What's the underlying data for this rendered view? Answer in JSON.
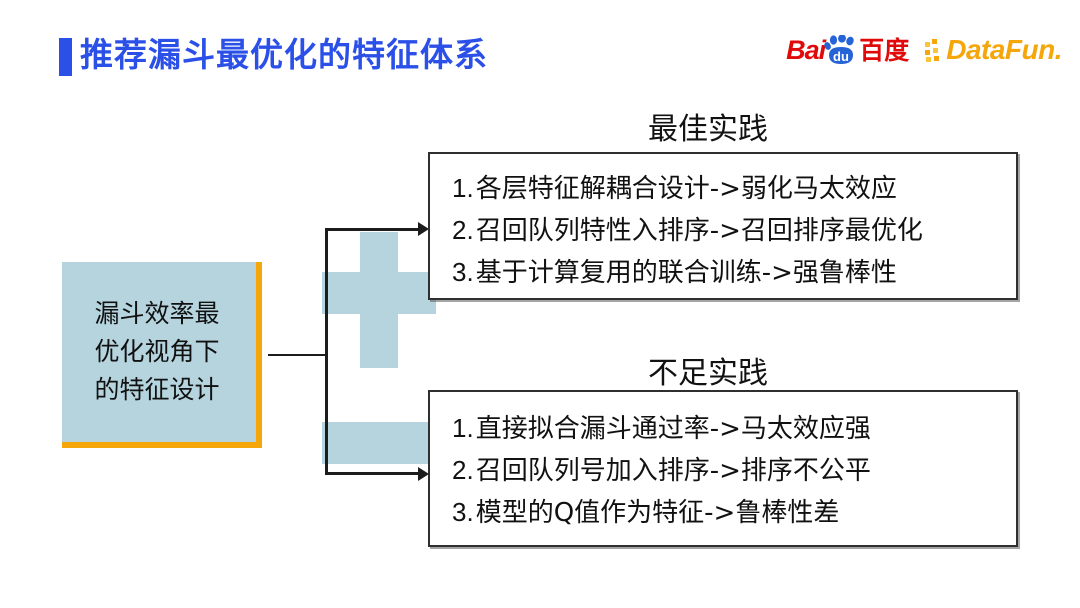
{
  "header": {
    "title": "推荐漏斗最优化的特征体系",
    "accent_color": "#2b50e8",
    "logos": {
      "baidu": {
        "latin": "Bai",
        "paw_text": "du",
        "hanzi": "百度",
        "color": "#e10a0a",
        "paw_color": "#2563d6"
      },
      "datafun": {
        "text": "DataFun.",
        "color": "#f5a60a"
      }
    }
  },
  "diagram": {
    "source": {
      "label": "漏斗效率最\n优化视角下\n的特征设计",
      "fill_color": "#b5d4de",
      "border_color": "#f5a60a"
    },
    "decoration": {
      "shape": "plus-and-bar",
      "color": "#b5d4de"
    },
    "branches": [
      {
        "heading": "最佳实践",
        "items": [
          {
            "index": "1.",
            "text": "各层特征解耦合设计->弱化马太效应"
          },
          {
            "index": "2.",
            "text": "召回队列特性入排序->召回排序最优化"
          },
          {
            "index": "3.",
            "text": "基于计算复用的联合训练->强鲁棒性"
          }
        ]
      },
      {
        "heading": "不足实践",
        "items": [
          {
            "index": "1.",
            "text": "直接拟合漏斗通过率->马太效应强"
          },
          {
            "index": "2.",
            "text": "召回队列号加入排序->排序不公平"
          },
          {
            "index": "3.",
            "text": "模型的Q值作为特征->鲁棒性差"
          }
        ]
      }
    ]
  }
}
